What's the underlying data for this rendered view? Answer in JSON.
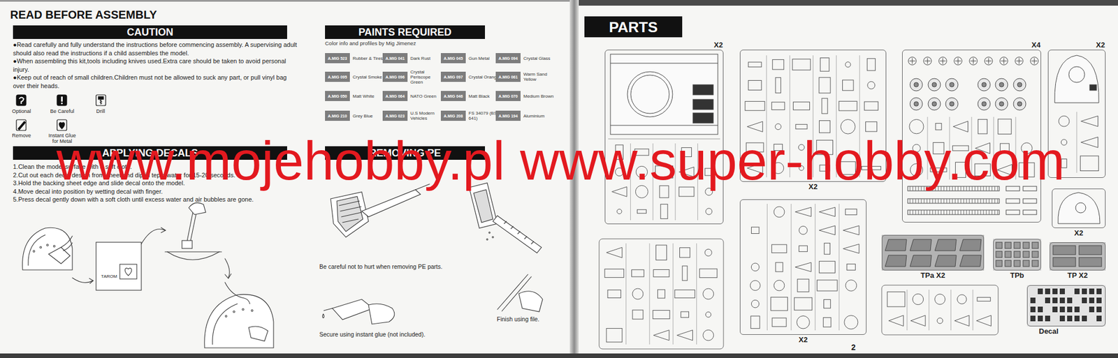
{
  "diagram": {
    "title": "READ BEFORE ASSEMBLY",
    "nodes": [
      {
        "text": [
          "CAUTION"
        ]
      },
      {
        "text": [
          "PAINTS REQUIRED"
        ]
      },
      {
        "text": [
          "A.MIG 523",
          "Rubber & Tires"
        ]
      },
      {
        "text": [
          "A.MIG 041",
          "Dark Rust"
        ]
      },
      {
        "text": [
          "A.MIG 045",
          "Gun Metal"
        ]
      },
      {
        "text": [
          "A.MIG 094",
          "Crystal Glass"
        ]
      },
      {
        "text": [
          "A.MIG 095",
          "Crystal Smoke"
        ]
      },
      {
        "text": [
          "A.MIG 096",
          "Crystal Periscope Green"
        ]
      },
      {
        "text": [
          "A.MIG 097",
          "Crystal Orange"
        ]
      },
      {
        "text": [
          "A.MIG 061",
          "Warm Sand Yellow"
        ]
      },
      {
        "text": [
          "A.MIG 050",
          "Matt White"
        ]
      },
      {
        "text": [
          "A.MIG 064",
          "NATO Green"
        ]
      },
      {
        "text": [
          "A.MIG 046",
          "Matt Black"
        ]
      },
      {
        "text": [
          "A.MIG 070",
          "Medium Brown"
        ]
      },
      {
        "text": [
          "A.MIG 210",
          "Grey Blue"
        ]
      },
      {
        "text": [
          "A.MIG 023",
          "U.S Modern Vehicles"
        ]
      },
      {
        "text": [
          "A.MIG 208",
          "FS 34079 (BS 641)"
        ]
      },
      {
        "text": [
          "A.MIG 194",
          "Aluminium"
        ]
      },
      {
        "text": [
          "APPLYING DECALS"
        ]
      },
      {
        "text": [
          "REMOVING PE"
        ]
      },
      {
        "text": [
          "PARTS"
        ]
      },
      {
        "text": [
          "X2"
        ]
      },
      {
        "text": [
          "X2"
        ]
      },
      {
        "text": [
          "X4"
        ]
      },
      {
        "text": [
          "X2"
        ]
      },
      {
        "text": [
          "X2"
        ]
      },
      {
        "text": [
          "X2"
        ]
      },
      {
        "text": [
          "TPa X2"
        ]
      },
      {
        "text": [
          "TPb"
        ]
      },
      {
        "text": [
          "TP X2"
        ]
      },
      {
        "text": [
          "Decal"
        ]
      }
    ],
    "labels": [
      "●Read carefully and fully understand the instructions before commencing assembly. A supervising adult should also read the instructions if a child assembles the model.",
      "●When assembling this kit,tools including knives used.Extra care should be taken to avoid personal injury.",
      "●Keep out of reach of small children.Children must not be allowed to suck any part, or pull vinyl bag over their heads.",
      "Optional",
      "Be Careful",
      "Drill",
      "Remove",
      "Instant Glue for Metal",
      "Color info and profiles by Mig Jimenez",
      "1.Clean the model surface with a soft cloth.",
      "2.Cut out each decal design from sheet,and dip in tepid water for 15-20 seconds.",
      "3.Hold the backing sheet edge and slide decal onto the model.",
      "4.Move decal into position by wetting decal with finger.",
      "5.Press decal gently down with a soft cloth until excess water and air bubbles are gone.",
      "TAROM",
      "Be careful not to hurt when removing PE parts.",
      "Secure using instant glue (not included).",
      "Finish using file.",
      "www.mojehobby.pl www.super-hobby.com",
      "2"
    ]
  }
}
